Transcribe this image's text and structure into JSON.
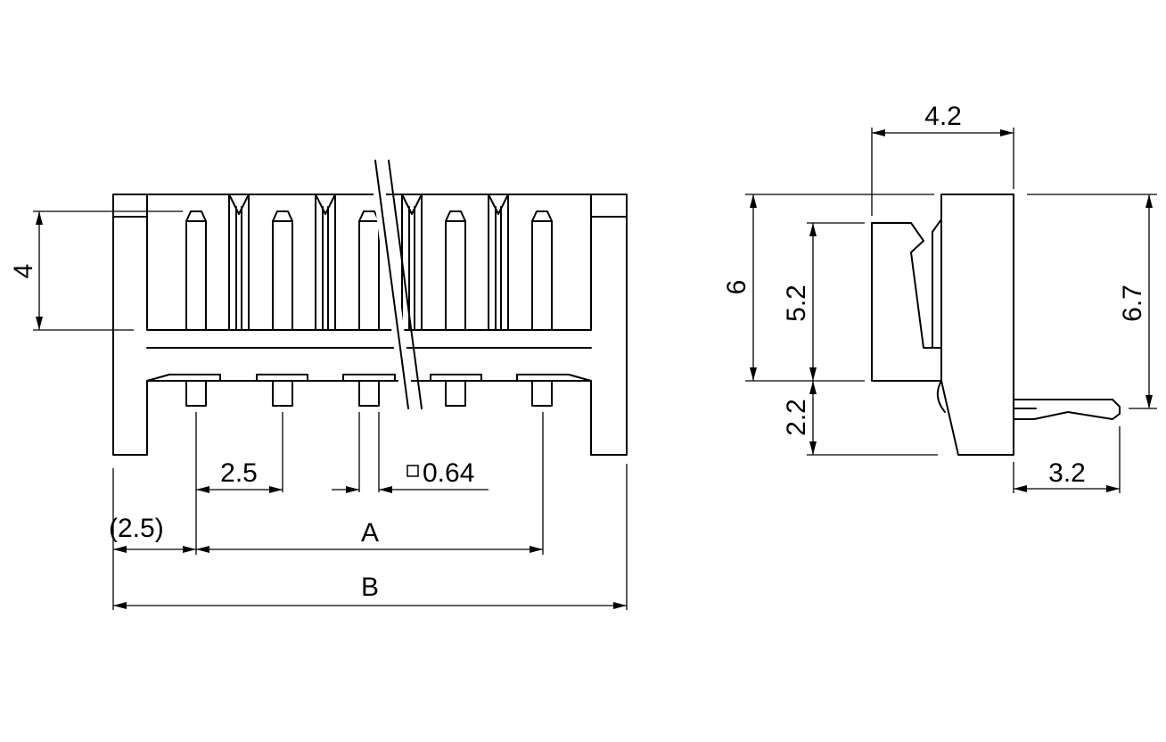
{
  "front_view": {
    "dim_height": "4",
    "dim_pitch": "2.5",
    "dim_pin_size": "0.64",
    "dim_end_offset": "(2.5)",
    "dim_A": "A",
    "dim_B": "B"
  },
  "side_view": {
    "dim_depth": "4.2",
    "dim_body_height": "6",
    "dim_latch_height": "5.2",
    "dim_total_height": "6.7",
    "dim_pin_below": "2.2",
    "dim_pin_protrusion": "3.2"
  }
}
